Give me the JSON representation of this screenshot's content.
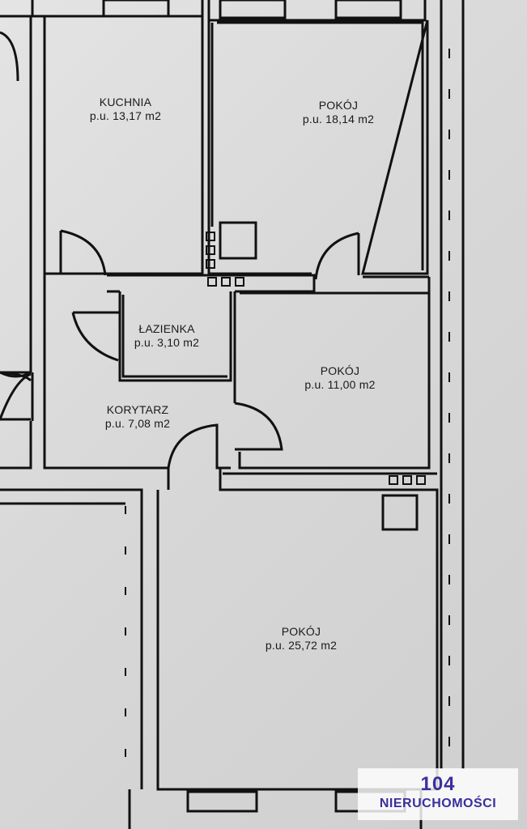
{
  "rooms": [
    {
      "id": "kitchen",
      "name": "KUCHNIA",
      "area": "p.u. 13,17 m2"
    },
    {
      "id": "room1",
      "name": "POKÓJ",
      "area": "p.u. 18,14 m2"
    },
    {
      "id": "bathroom",
      "name": "ŁAZIENKA",
      "area": "p.u. 3,10 m2"
    },
    {
      "id": "room2",
      "name": "POKÓJ",
      "area": "p.u. 11,00 m2"
    },
    {
      "id": "hallway",
      "name": "KORYTARZ",
      "area": "p.u. 7,08 m2"
    },
    {
      "id": "room3",
      "name": "POKÓJ",
      "area": "p.u. 25,72 m2"
    }
  ],
  "watermark": {
    "number": "104",
    "brand": "NIERUCHOMOŚCI"
  },
  "colors": {
    "wall": "#111111",
    "paper": "#dcdcdc",
    "brand": "#3a2f9c"
  }
}
